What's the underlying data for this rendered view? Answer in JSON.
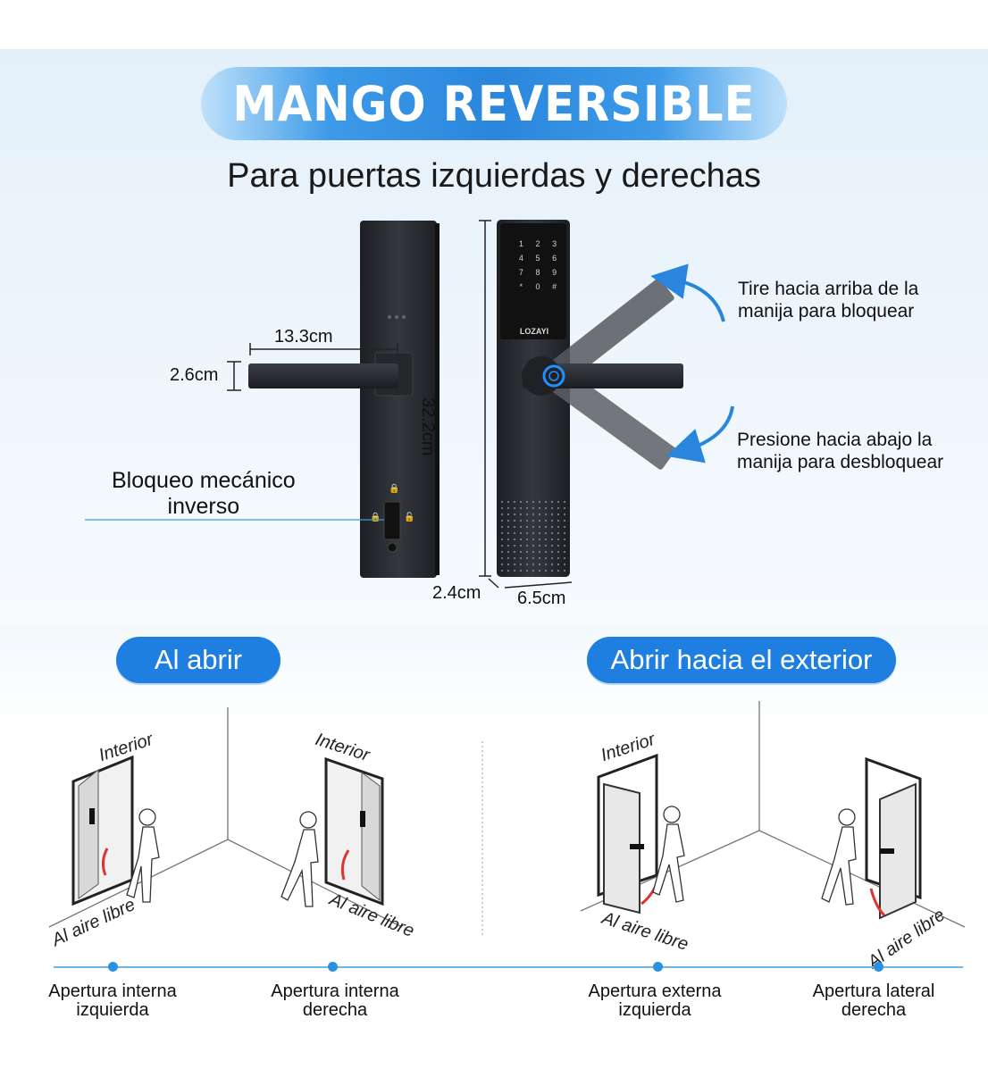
{
  "header": {
    "title": "MANGO REVERSIBLE",
    "subtitle": "Para puertas izquierdas y derechas"
  },
  "product": {
    "brand": "LOZAYI",
    "keypad": [
      "1",
      "2",
      "3",
      "4",
      "5",
      "6",
      "7",
      "8",
      "9",
      "*",
      "0",
      "#"
    ],
    "dimensions": {
      "handle_length": "13.3cm",
      "handle_height": "2.6cm",
      "body_height": "32.2cm",
      "depth": "2.4cm",
      "width": "6.5cm"
    },
    "callouts": {
      "mechanical_lock_line1": "Bloqueo mecánico",
      "mechanical_lock_line2": "inverso",
      "lift_line1": "Tire hacia arriba de la",
      "lift_line2": "manija para bloquear",
      "press_line1": "Presione hacia abajo la",
      "press_line2": "manija para desbloquear"
    }
  },
  "sections": {
    "inward": "Al abrir",
    "outward": "Abrir hacia el exterior"
  },
  "scenes": [
    {
      "interior": "Interior",
      "outdoor": "Al aire libre",
      "caption_line1": "Apertura interna",
      "caption_line2": "izquierda"
    },
    {
      "interior": "Interior",
      "outdoor": "Al aire libre",
      "caption_line1": "Apertura interna",
      "caption_line2": "derecha"
    },
    {
      "interior": "Interior",
      "outdoor": "Al aire libre",
      "caption_line1": "Apertura externa",
      "caption_line2": "izquierda"
    },
    {
      "interior": "",
      "outdoor": "Al aire libre",
      "caption_line1": "Apertura lateral",
      "caption_line2": "derecha"
    }
  ],
  "colors": {
    "accent": "#1f7fe0",
    "lock_body": "#2a2c31",
    "fingerprint": "#1e90ff"
  }
}
